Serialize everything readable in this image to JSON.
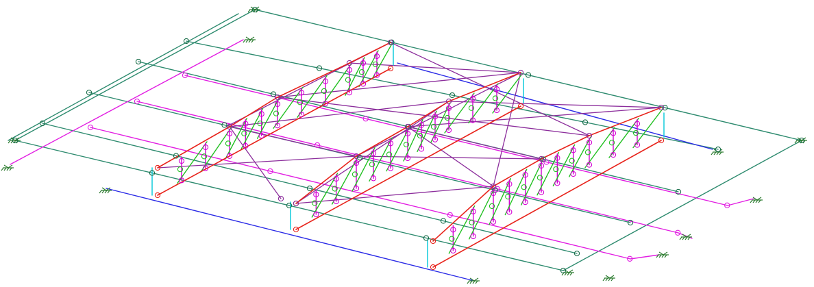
{
  "view": {
    "description_text": "",
    "colors": {
      "background": "#ffffff",
      "grid_beam": "#2e8b6f",
      "secondary_beam": "#e21ee2",
      "edge_beam": "#2a2ae6",
      "truss_chord": "#e8241c",
      "truss_diagonal": "#22c022",
      "truss_vertical": "#d400d4",
      "bracing": "#8c2e9c",
      "post": "#00c8d8",
      "support": "#2e7d32",
      "node": "#1a6e4a"
    },
    "layers": [
      "grid-beams",
      "secondary-beams",
      "edge-beams",
      "truss-chords",
      "truss-webs",
      "bracing",
      "posts",
      "supports",
      "nodes"
    ]
  }
}
